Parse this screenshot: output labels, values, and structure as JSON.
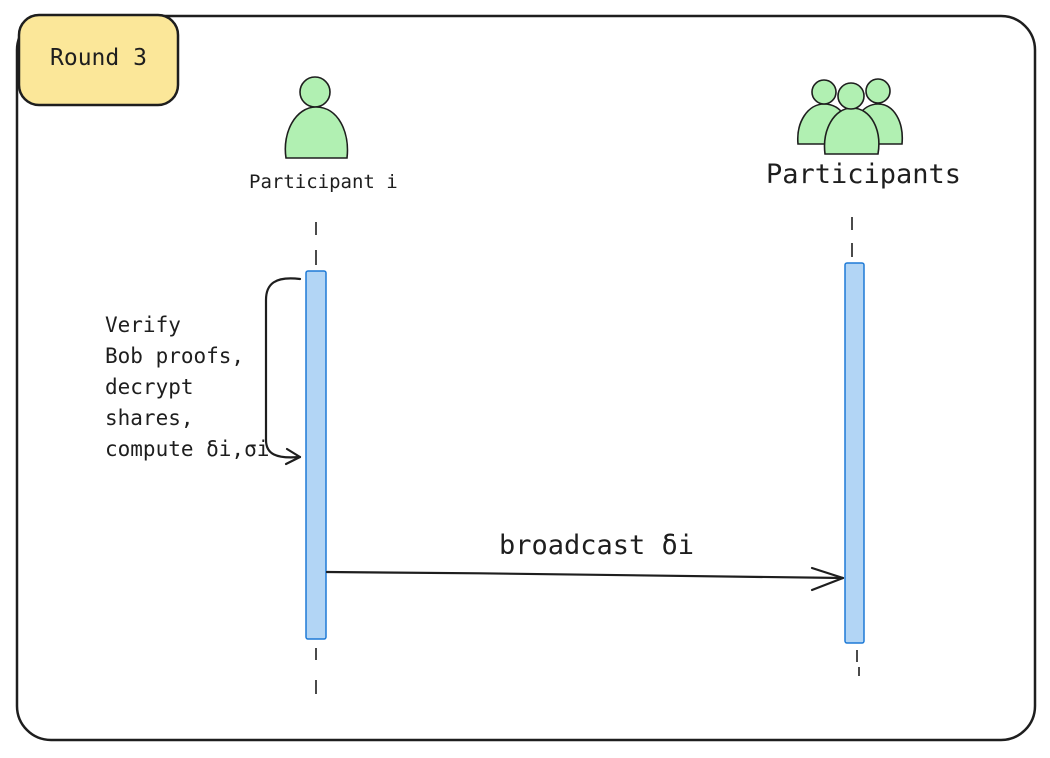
{
  "round": {
    "label": "Round 3",
    "fill": "#fbe799"
  },
  "participants": [
    {
      "label": "Participant i",
      "icon": "person-icon"
    },
    {
      "label": "Participants",
      "icon": "group-icon"
    }
  ],
  "note": {
    "text": "Verify\nBob proofs,\ndecrypt\nshares,\ncompute δi,σi"
  },
  "message": {
    "label": "broadcast δi"
  },
  "colors": {
    "stroke": "#1e1e1e",
    "activation_fill": "#b2d5f5",
    "activation_stroke": "#1e7ad6",
    "person_fill": "#b1f0b2",
    "person_stroke": "#2f9e44",
    "round_fill": "#fbe799"
  }
}
